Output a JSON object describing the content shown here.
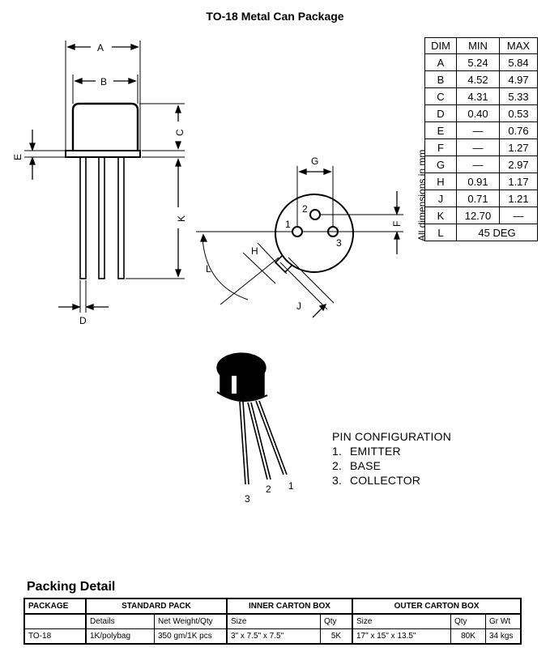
{
  "title": "TO-18 Metal Can Package",
  "dimension_labels": {
    "A": "A",
    "B": "B",
    "C": "C",
    "D": "D",
    "E": "E",
    "F": "F",
    "G": "G",
    "H": "H",
    "J": "J",
    "K": "K",
    "L": "L"
  },
  "pin_numbers": {
    "p1": "1",
    "p2": "2",
    "p3": "3"
  },
  "dim_table": {
    "headers": [
      "DIM",
      "MIN",
      "MAX"
    ],
    "rows": [
      [
        "A",
        "5.24",
        "5.84"
      ],
      [
        "B",
        "4.52",
        "4.97"
      ],
      [
        "C",
        "4.31",
        "5.33"
      ],
      [
        "D",
        "0.40",
        "0.53"
      ],
      [
        "E",
        "—",
        "0.76"
      ],
      [
        "F",
        "—",
        "1.27"
      ],
      [
        "G",
        "—",
        "2.97"
      ],
      [
        "H",
        "0.91",
        "1.17"
      ],
      [
        "J",
        "0.71",
        "1.21"
      ],
      [
        "K",
        "12.70",
        "—"
      ],
      [
        "L",
        "45 DEG"
      ]
    ],
    "note": "All dimensions in mm."
  },
  "pin_configuration": {
    "heading": "PIN CONFIGURATION",
    "items": [
      {
        "num": "1.",
        "name": "EMITTER"
      },
      {
        "num": "2.",
        "name": "BASE"
      },
      {
        "num": "3.",
        "name": "COLLECTOR"
      }
    ]
  },
  "packing": {
    "title": "Packing Detail",
    "group_headers": [
      "PACKAGE",
      "STANDARD PACK",
      "INNER CARTON BOX",
      "OUTER CARTON BOX"
    ],
    "sub_headers": [
      "Details",
      "Net Weight/Qty",
      "Size",
      "Qty",
      "Size",
      "Qty",
      "Gr Wt"
    ],
    "row": [
      "TO-18",
      "1K/polybag",
      "350 gm/1K pcs",
      "3\" x 7.5\" x 7.5\"",
      "5K",
      "17\" x 15\" x 13.5\"",
      "80K",
      "34 kgs"
    ]
  }
}
